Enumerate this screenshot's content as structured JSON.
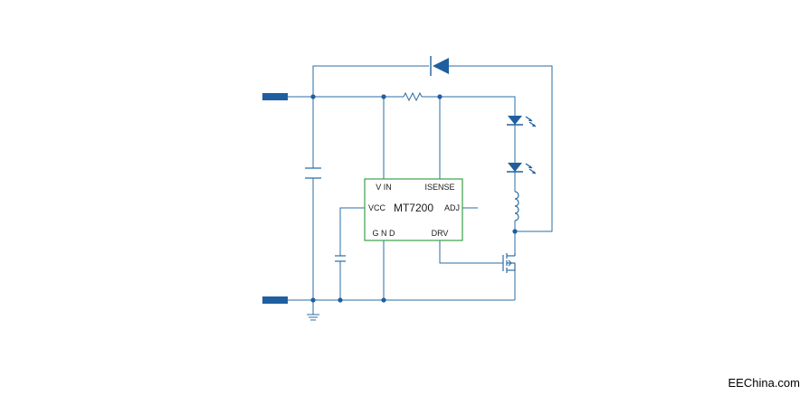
{
  "chip": {
    "name": "MT7200",
    "pins": {
      "vin": "V IN",
      "isense": "ISENSE",
      "vcc": "VCC",
      "adj": "ADJ",
      "gnd": "G N D",
      "drv": "DRV"
    }
  },
  "watermark": "EEChina.com",
  "colors": {
    "wire": "#2b6ea6",
    "component": "#1f5fa0",
    "chip_border": "#3aa04a",
    "text": "#1a1a1a"
  }
}
